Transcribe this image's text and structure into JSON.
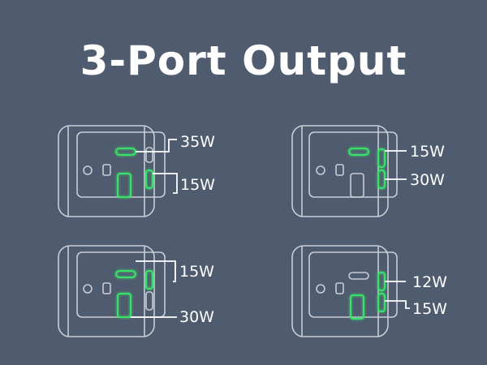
{
  "title": "3-Port Output",
  "colors": {
    "background": "#4f5b6e",
    "outline": "#c9ced6",
    "highlight": "#39e26a",
    "text": "#ffffff"
  },
  "configs": [
    {
      "labels": [
        "35W",
        "15W"
      ]
    },
    {
      "labels": [
        "15W",
        "30W"
      ]
    },
    {
      "labels": [
        "15W",
        "30W"
      ]
    },
    {
      "labels": [
        "12W",
        "15W"
      ]
    }
  ]
}
